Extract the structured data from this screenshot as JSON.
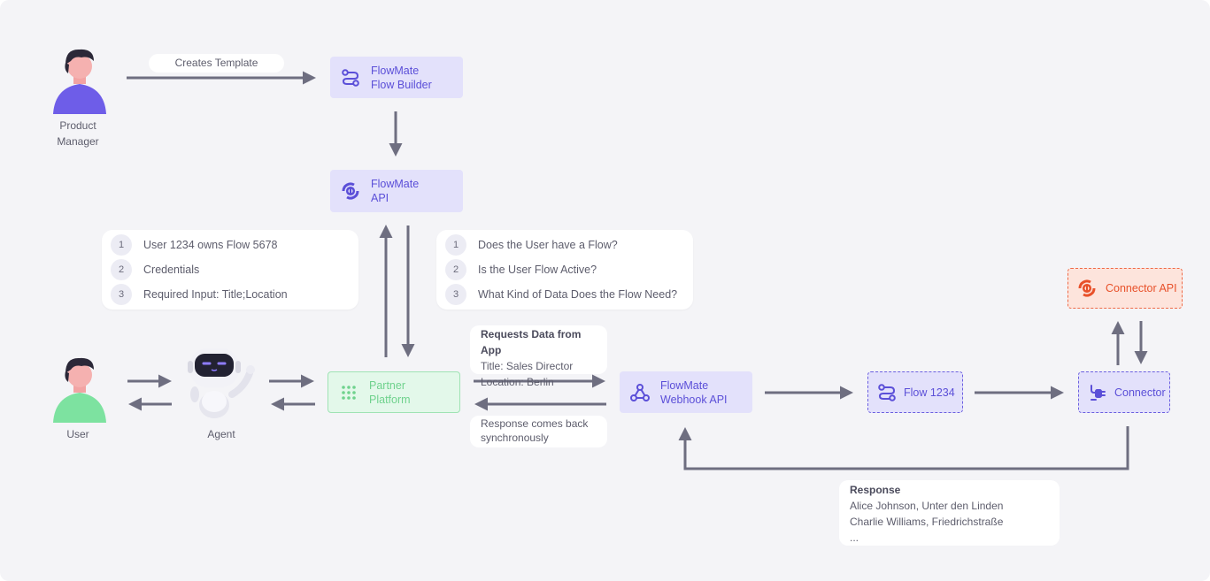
{
  "actors": {
    "product_manager": "Product\nManager",
    "user": "User",
    "agent": "Agent"
  },
  "nodes": {
    "flow_builder": {
      "line1": "FlowMate",
      "line2": "Flow Builder"
    },
    "flowmate_api": {
      "line1": "FlowMate",
      "line2": "API"
    },
    "partner_platform": {
      "line1": "Partner",
      "line2": "Platform"
    },
    "webhook_api": {
      "line1": "FlowMate",
      "line2": "Webhook API"
    },
    "flow": "Flow 1234",
    "connector": "Connector",
    "connector_api": "Connector API"
  },
  "labels": {
    "creates_template": "Creates Template",
    "requests": {
      "title": "Requests Data from App",
      "line1": "Title: Sales Director",
      "line2": "Location: Berlin"
    },
    "sync": {
      "line1": "Response comes back",
      "line2": "synchronously"
    },
    "response": {
      "title": "Response",
      "line1": "Alice Johnson, Unter den Linden",
      "line2": "Charlie Williams, Friedrichstraße",
      "line3": "..."
    }
  },
  "left_card": [
    {
      "n": "1",
      "text": "User 1234 owns Flow 5678"
    },
    {
      "n": "2",
      "text": "Credentials"
    },
    {
      "n": "3",
      "text": "Required Input: Title;Location"
    }
  ],
  "right_card": [
    {
      "n": "1",
      "text": "Does the User have a Flow?"
    },
    {
      "n": "2",
      "text": "Is the User Flow Active?"
    },
    {
      "n": "3",
      "text": "What Kind of Data Does the Flow Need?"
    }
  ],
  "colors": {
    "background": "#f4f4f7",
    "arrow": "#6e6e80",
    "purple_accent": "#5b4fd8",
    "purple_fill": "#e3e1fb",
    "green_accent": "#6fd28d",
    "red_accent": "#e8512a"
  },
  "icons": {
    "flow_builder": "flow-route-icon",
    "flowmate_api": "sync-circle-icon",
    "partner_platform": "grid-dots-icon",
    "webhook_api": "webhook-icon",
    "flow": "flow-route-icon",
    "connector": "plug-icon",
    "connector_api": "sync-circle-icon"
  }
}
